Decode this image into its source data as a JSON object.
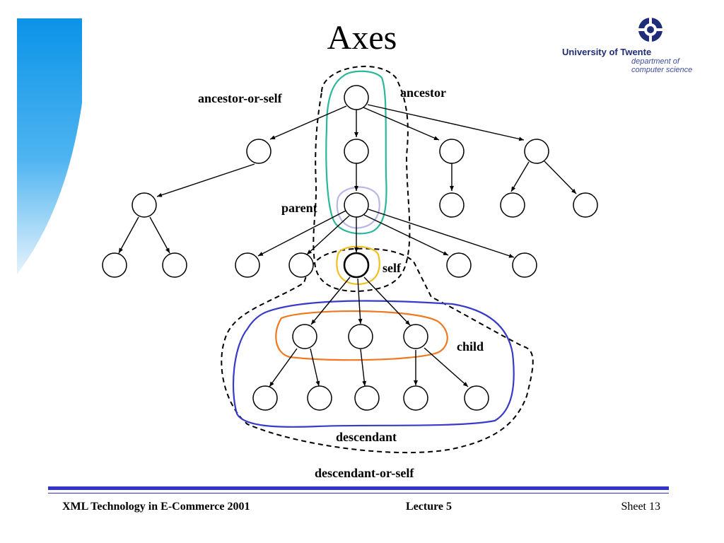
{
  "slide": {
    "title": "Axes"
  },
  "logo": {
    "name": "University of Twente",
    "dept_line1": "department of",
    "dept_line2": "computer science"
  },
  "labels": {
    "ancestor_or_self": "ancestor-or-self",
    "ancestor": "ancestor",
    "parent": "parent",
    "self": "self",
    "child": "child",
    "descendant": "descendant",
    "descendant_or_self": "descendant-or-self"
  },
  "footer": {
    "left": "XML Technology in E-Commerce 2001",
    "center": "Lecture 5",
    "right": "Sheet 13"
  },
  "colors": {
    "ancestor": "#2ab89a",
    "parent": "#b8b8e8",
    "self": "#f0c020",
    "child": "#f07820",
    "descendant": "#3a3ac8",
    "footer_rule": "#3333cc"
  }
}
